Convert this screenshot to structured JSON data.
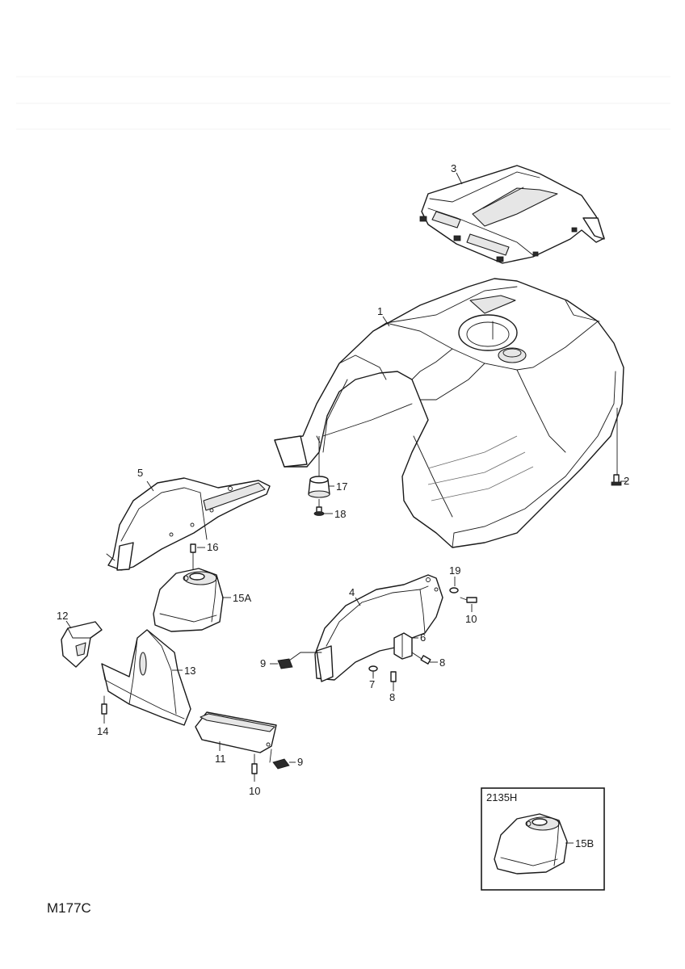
{
  "diagram_ref": "M177C",
  "inset": {
    "model": "2135H",
    "part_label": "15B"
  },
  "callouts": {
    "c1": "1",
    "c2": "2",
    "c3": "3",
    "c4": "4",
    "c5": "5",
    "c6": "6",
    "c7": "7",
    "c8a": "8",
    "c8b": "8",
    "c9a": "9",
    "c9b": "9",
    "c10a": "10",
    "c10b": "10",
    "c11": "11",
    "c12": "12",
    "c13": "13",
    "c14": "14",
    "c15a": "15A",
    "c16": "16",
    "c17": "17",
    "c18": "18",
    "c19": "19"
  },
  "colors": {
    "line": "#1a1a1a",
    "shade": "#e6e6e6",
    "paper": "#ffffff"
  }
}
